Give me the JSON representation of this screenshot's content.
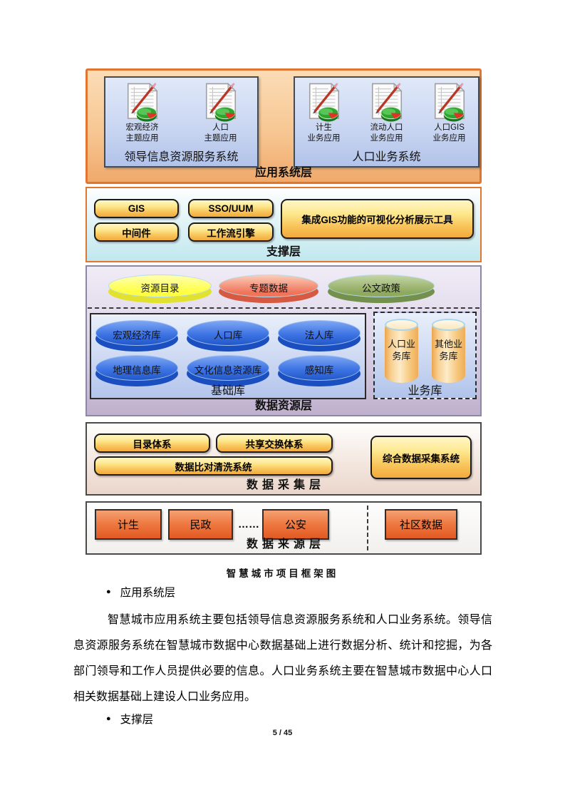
{
  "page": {
    "caption": "智慧城市项目框架图",
    "footer": "5 / 45"
  },
  "app_layer": {
    "label": "应用系统层",
    "boxes": [
      {
        "label": "领导信息资源服务系统",
        "apps": [
          "宏观经济\n主题应用",
          "人口\n主题应用"
        ]
      },
      {
        "label": "人口业务系统",
        "apps": [
          "计生\n业务应用",
          "流动人口\n业务应用",
          "人口GIS\n业务应用"
        ]
      }
    ]
  },
  "support_layer": {
    "label": "支撑层",
    "buttons": [
      "GIS",
      "SSO/UUM",
      "中间件",
      "工作流引擎"
    ],
    "wide_button": "集成GIS功能的可视化分析展示工具"
  },
  "resource_layer": {
    "label": "数据资源层",
    "disks": [
      "资源目录",
      "专题数据",
      "公文政策"
    ],
    "base_group": {
      "label": "基础库",
      "databases": [
        "宏观经济库",
        "人口库",
        "法人库",
        "地理信息库",
        "文化信息资源库",
        "感知库"
      ]
    },
    "business_group": {
      "label": "业务库",
      "databases": [
        "人口业\n务库",
        "其他业\n务库"
      ]
    }
  },
  "collection_layer": {
    "label": "数据采集层",
    "buttons": [
      "目录体系",
      "共享交换体系",
      "数据比对清洗系统"
    ],
    "side_button": "综合数据采集系统"
  },
  "source_layer": {
    "label": "数据来源层",
    "sources": [
      "计生",
      "民政",
      "公安"
    ],
    "ellipsis": "……",
    "side_source": "社区数据"
  },
  "body": {
    "bullet1": "应用系统层",
    "paragraph": "智慧城市应用系统主要包括领导信息资源服务系统和人口业务系统。领导信息资源服务系统在智慧城市数据中心数据基础上进行数据分析、统计和挖掘，为各部门领导和工作人员提供必要的信息。人口业务系统主要在智慧城市数据中心人口相关数据基础上建设人口业务应用。",
    "bullet2": "支撑层"
  },
  "colors": {
    "layer_border_orange": "#E0762F",
    "app_layer_bg": "#F7C793",
    "app_box_bg": "#C8D5F1",
    "support_layer_bg": "#C0E8EF",
    "button_yellow": "#F8C45A",
    "resource_layer_bg": "#BFB0CD",
    "disk_yellow": "#FFFF46",
    "disk_salmon": "#F0745A",
    "disk_green": "#8FAA60",
    "base_db_blue": "#2E66DB",
    "business_db_orange": "#F6C87E",
    "collection_layer_bg": "#EAD6CB",
    "source_box_orange": "#EE7B43"
  }
}
